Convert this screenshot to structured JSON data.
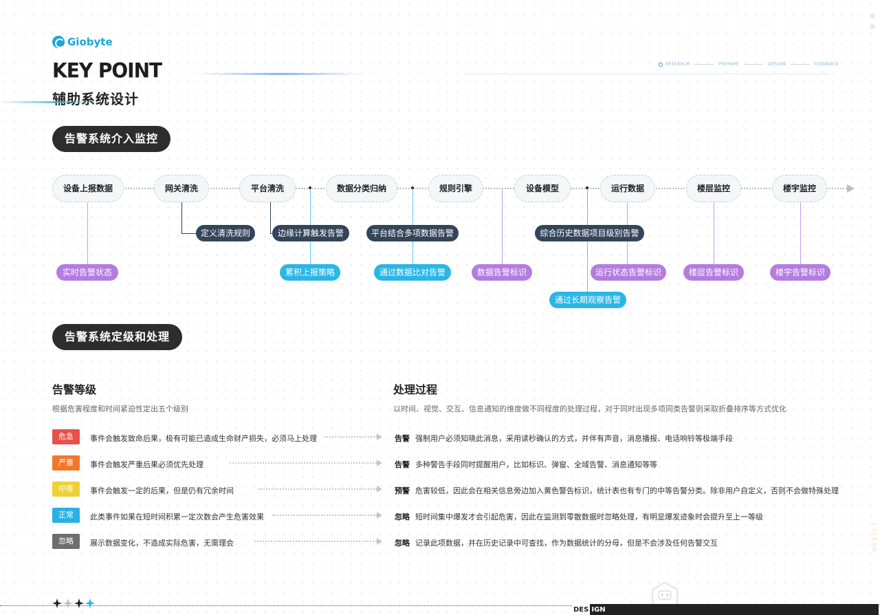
{
  "brand": {
    "name": "Giobyte",
    "color": "#1aa7d8"
  },
  "header": {
    "title_en": "KEY POINT",
    "title_cn": "辅助系统设计",
    "steps": [
      "RESEARCH",
      "PREPARE",
      "DESIGN",
      "FEEDBACK"
    ]
  },
  "section1": {
    "title": "告警系统介入监控"
  },
  "section2": {
    "title": "告警系统定级和处理"
  },
  "flow": {
    "nodes": [
      "设备上报数据",
      "网关清洗",
      "平台清洗",
      "数据分类归纳",
      "规则引擎",
      "设备模型",
      "运行数据",
      "楼层监控",
      "楼宇监控"
    ],
    "dark_labels": [
      "定义清洗规则",
      "边缘计算触发告警",
      "平台结合多项数据告警",
      "综合历史数据项目级别告警"
    ],
    "purple_labels": [
      "实时告警状态",
      "数据告警标识",
      "运行状态告警标识",
      "楼层告警标识",
      "楼宇告警标识"
    ],
    "blue_labels": [
      "累积上报策略",
      "通过数据比对告警",
      "通过长期观察告警"
    ],
    "colors": {
      "dark": "#34455a",
      "purple": "#b47ce0",
      "blue": "#2bb6e6"
    }
  },
  "levels": {
    "title": "告警等级",
    "desc": "根据危害程度和时间紧迫性定出五个级别",
    "items": [
      {
        "name": "危急",
        "color": "#e8504a",
        "text": "事件会触发致命后果，极有可能已造成生命财产损失，必须马上处理"
      },
      {
        "name": "严重",
        "color": "#f0782a",
        "text": "事件会触发严重后果必须优先处理"
      },
      {
        "name": "中等",
        "color": "#ecd236",
        "text": "事件会触发一定的后果，但是仍有冗余时间"
      },
      {
        "name": "正常",
        "color": "#2bb0e4",
        "text": "此类事件如果在短时间积累一定次数会产生危害效果"
      },
      {
        "name": "忽略",
        "color": "#6e6e6e",
        "text": "展示数据变化，不造成实际危害，无需理会"
      }
    ]
  },
  "process": {
    "title": "处理过程",
    "desc": "以时间、视觉、交互、信息通知的维度做不同程度的处理过程，对于同时出现多项同类告警则采取折叠排序等方式优化",
    "items": [
      {
        "name": "告警",
        "text": "强制用户必须知晓此消息，采用读秒确认的方式，并伴有声音，消息播报、电话响铃等极端手段"
      },
      {
        "name": "告警",
        "text": "多种警告手段同时提醒用户，比如标识、弹窗、全域告警、消息通知等等"
      },
      {
        "name": "预警",
        "text": "危害较低，因此会在相关信息旁边加入黄色警告标识，统计表也有专门的中等告警分类。除非用户自定义，否则不会做特殊处理"
      },
      {
        "name": "忽略",
        "text": "短时间集中爆发才会引起危害，因此在监测到零散数据时忽略处理，有明显爆发迹象时会提升至上一等级"
      },
      {
        "name": "忽略",
        "text": "记录此项数据，并在历史记录中可查找，作为数据统计的分母，但是不会涉及任何告警交互"
      }
    ]
  },
  "footer": {
    "tag_left": "DES",
    "tag_right": "IGN",
    "side_text": "I-CLEAN"
  }
}
